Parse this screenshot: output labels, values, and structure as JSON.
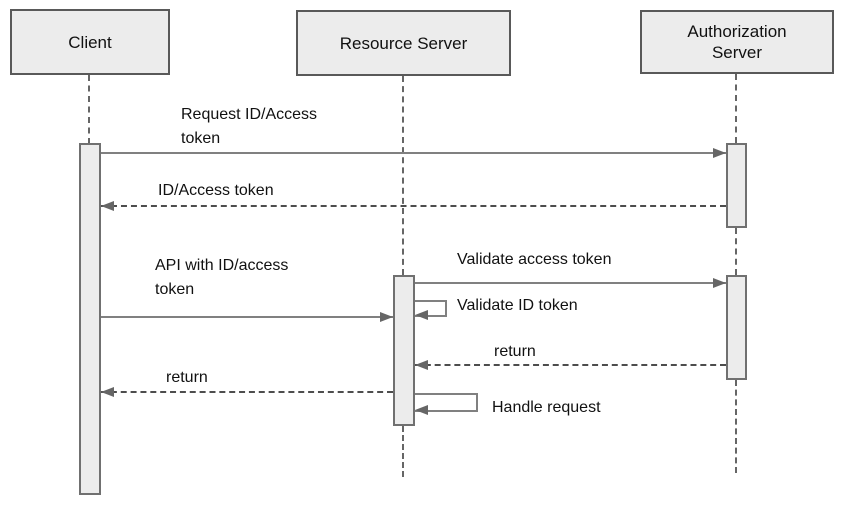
{
  "diagram": {
    "type": "sequence-diagram",
    "actors": [
      {
        "id": "client",
        "label": "Client"
      },
      {
        "id": "resource-server",
        "label": "Resource Server"
      },
      {
        "id": "authorization-server",
        "label": "Authorization Server"
      }
    ],
    "messages": [
      {
        "label": "Request ID/Access token",
        "from": "client",
        "to": "authorization-server",
        "style": "solid"
      },
      {
        "label": "ID/Access token",
        "from": "authorization-server",
        "to": "client",
        "style": "dashed"
      },
      {
        "label": "API with ID/access token",
        "from": "client",
        "to": "resource-server",
        "style": "solid"
      },
      {
        "label": "Validate access token",
        "from": "resource-server",
        "to": "authorization-server",
        "style": "solid"
      },
      {
        "label": "Validate ID token",
        "from": "resource-server",
        "to": "resource-server",
        "style": "self"
      },
      {
        "label": "return",
        "from": "authorization-server",
        "to": "resource-server",
        "style": "dashed"
      },
      {
        "label": "return",
        "from": "resource-server",
        "to": "client",
        "style": "dashed"
      },
      {
        "label": "Handle request",
        "from": "resource-server",
        "to": "resource-server",
        "style": "self"
      }
    ],
    "colors": {
      "background": "#ffffff",
      "actor_fill": "#ececec",
      "actor_border": "#595959",
      "activation_fill": "#ececec",
      "activation_border": "#707070",
      "solid_line": "#808080",
      "dashed_line": "#4d4d4d",
      "lifeline": "#666666",
      "arrowhead": "#666666",
      "text": "#111111"
    }
  }
}
